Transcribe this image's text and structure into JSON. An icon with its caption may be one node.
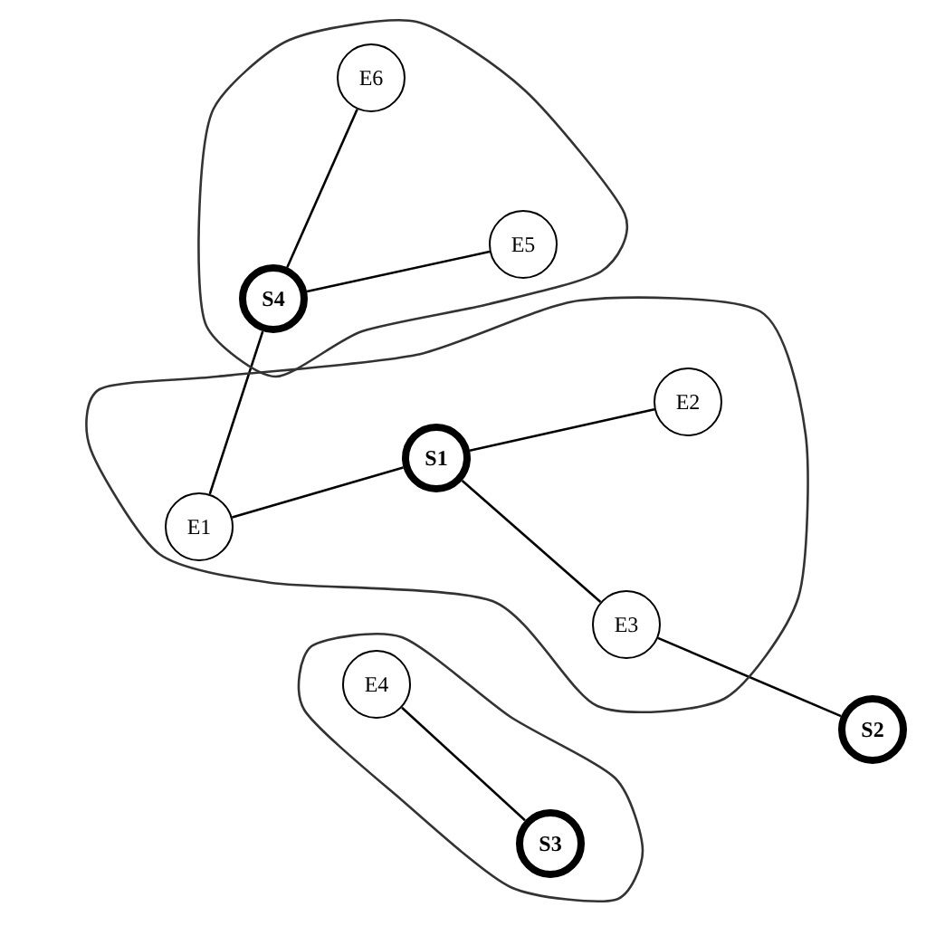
{
  "diagram": {
    "nodes": [
      {
        "text": [],
        "shape": "blob"
      },
      {
        "text": [
          "E6"
        ],
        "in": 0
      },
      {
        "text": [
          "E5"
        ],
        "in": 0
      },
      {
        "text": [
          "S4"
        ],
        "in": 0
      },
      {
        "text": [],
        "shape": "blob"
      },
      {
        "text": [
          "E2"
        ],
        "in": 4
      },
      {
        "text": [
          "S1"
        ],
        "in": 4
      },
      {
        "text": [
          "E1"
        ],
        "in": 4
      },
      {
        "text": [
          "E3"
        ],
        "in": 4
      },
      {
        "text": [
          "S2"
        ]
      },
      {
        "text": [],
        "shape": "blob"
      },
      {
        "text": [
          "E4"
        ],
        "in": 10
      },
      {
        "text": [
          "S3"
        ],
        "in": 10
      }
    ],
    "edges": [
      {
        "from": 1,
        "to": 3,
        "arrow": "none"
      },
      {
        "from": 3,
        "to": 2,
        "arrow": "none"
      },
      {
        "from": 3,
        "to": 7,
        "arrow": "none"
      },
      {
        "from": 7,
        "to": 6,
        "arrow": "none"
      },
      {
        "from": 6,
        "to": 5,
        "arrow": "none"
      },
      {
        "from": 6,
        "to": 8,
        "arrow": "none"
      },
      {
        "from": 8,
        "to": 9,
        "arrow": "none"
      },
      {
        "from": 11,
        "to": 12,
        "arrow": "none"
      }
    ]
  }
}
